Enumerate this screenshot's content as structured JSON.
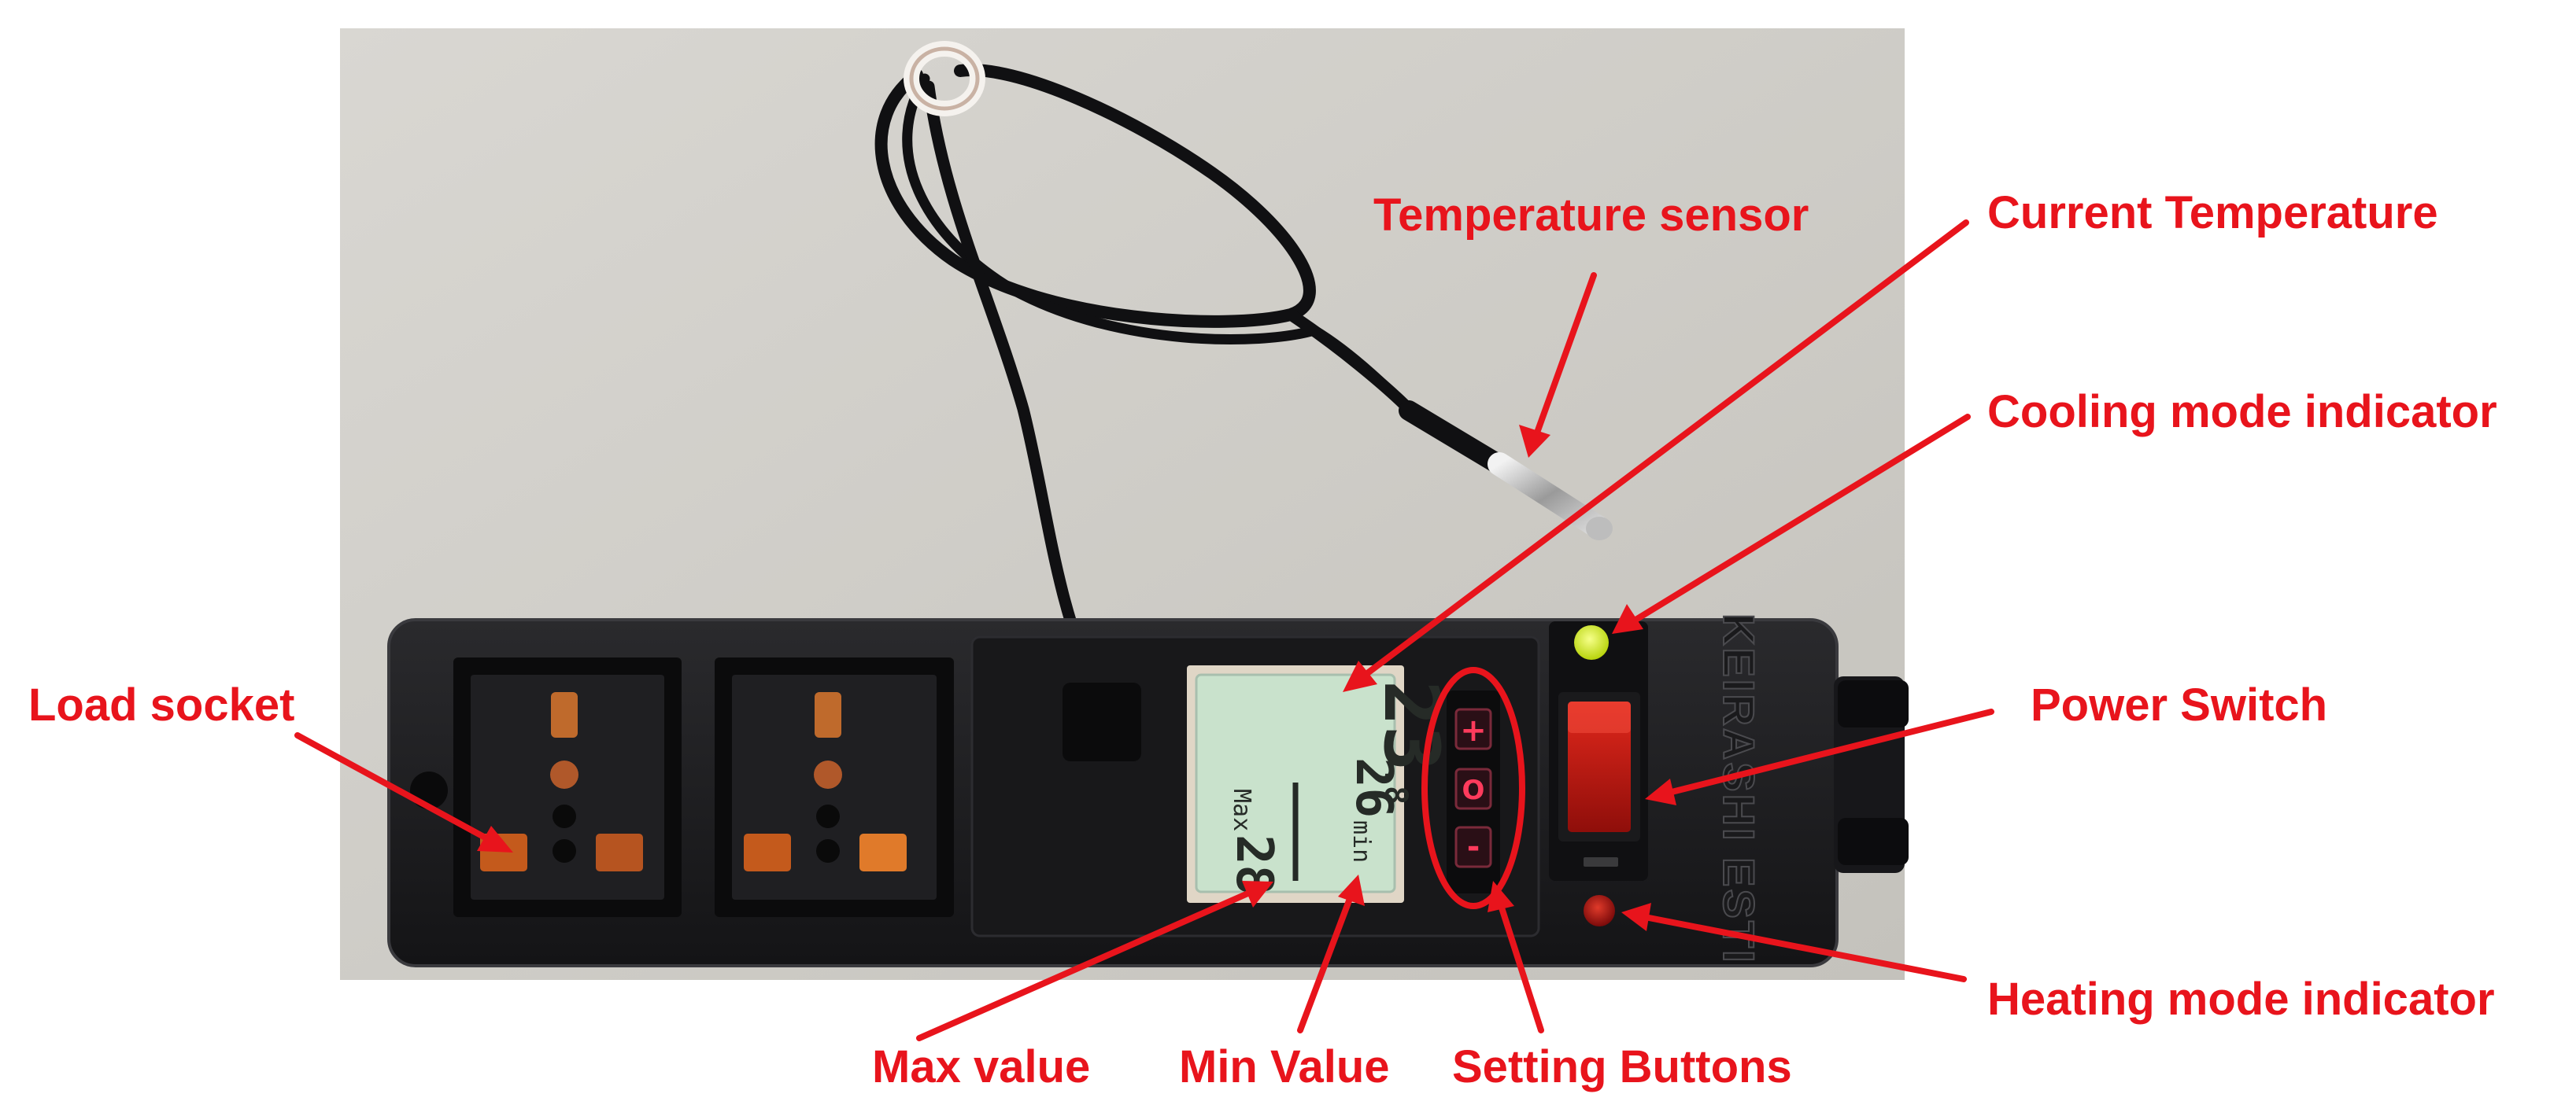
{
  "colors": {
    "annotation": "#e8141c",
    "photo_background": "#cfcdc7",
    "power_strip": "#1c1c1e",
    "lcd_screen": "#c9e2cc",
    "cooling_led": "#d6ef1a",
    "heating_led": "#b51212"
  },
  "device": {
    "brand_text": "KEIRASHI ESTI",
    "lcd": {
      "current_temperature": "23",
      "current_decimal": ".8",
      "max_prefix": "Max",
      "max_value": "28",
      "min_prefix": "min",
      "min_value": "26"
    },
    "setting_buttons": [
      {
        "icon": "plus-icon",
        "glyph": "+"
      },
      {
        "icon": "set-icon",
        "glyph": "O"
      },
      {
        "icon": "minus-icon",
        "glyph": "-"
      }
    ]
  },
  "labels": {
    "temperature_sensor": "Temperature sensor",
    "current_temperature": "Current Temperature",
    "cooling_mode_indicator": "Cooling mode indicator",
    "load_socket": "Load socket",
    "power_switch": "Power Switch",
    "heating_mode_indicator": "Heating mode indicator",
    "max_value": "Max value",
    "min_value": "Min Value",
    "setting_buttons": "Setting Buttons"
  }
}
